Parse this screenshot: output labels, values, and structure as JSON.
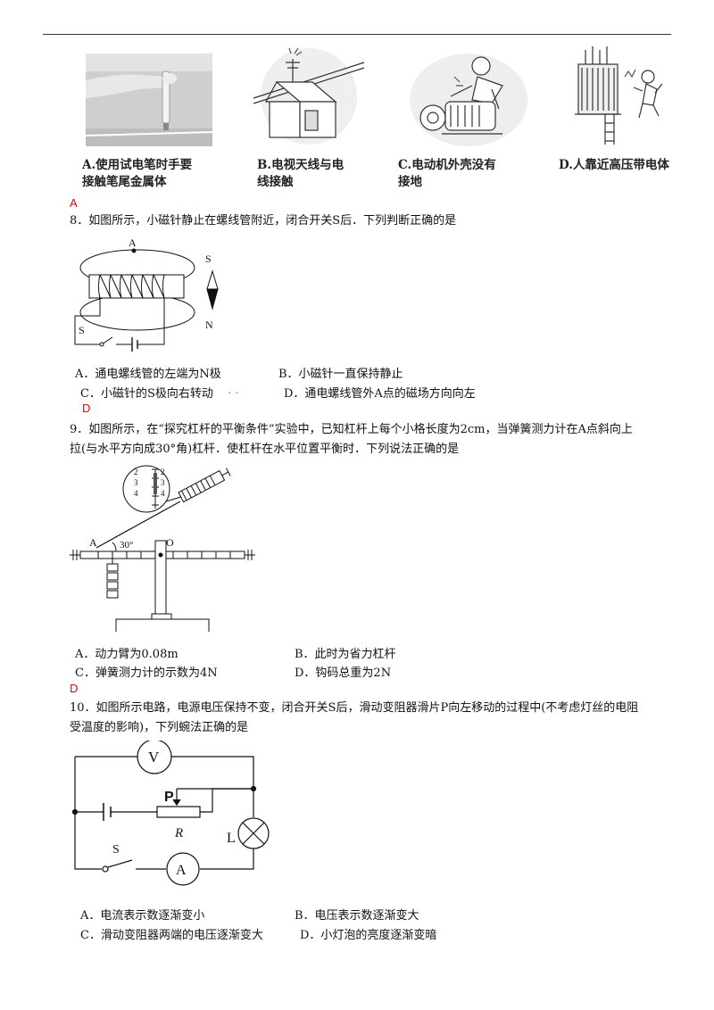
{
  "q7": {
    "captions": [
      "A.使用试电笔时手要\n接触笔尾金属体",
      "B.电视天线与电\n线接触",
      "C.电动机外壳没有\n接地",
      "D.人靠近高压带电体"
    ],
    "answer": "A"
  },
  "q8": {
    "stem": "8．如图所示，小磁针静止在螺线管附近，闭合开关S后．下列判断正确的是",
    "fig": {
      "A": "A",
      "S_label": "S",
      "N_label": "N",
      "switch": "S"
    },
    "options": {
      "A": "A．通电螺线管的左端为N极",
      "B": "B．小磁针一直保持静止",
      "C": "C．小磁针的S极向右转动",
      "C_dots": ".    .",
      "D": "D．通电螺线管外A点的磁场方向向左"
    },
    "answer": "D"
  },
  "q9": {
    "stem1": "9．如图所示，在“探究杠杆的平衡条件”实验中，已知杠杆上每个小格长度为2cm，当弹簧测力计在A点斜向上",
    "stem2": "拉(与水平方向成30°角)杠杆．使杠杆在水平位置平衡时．下列说法正确的是",
    "fig": {
      "A": "A",
      "angle": "30°",
      "O": "O",
      "ticks": [
        "2",
        "3",
        "4",
        "2",
        "3",
        "4"
      ]
    },
    "options": {
      "A": "A．动力臂为0.08m",
      "B": "B．此时为省力杠杆",
      "C": "C．弹簧测力计的示数为4N",
      "D": "D．钩码总重为2N"
    },
    "answer": "D"
  },
  "q10": {
    "stem1": "10．如图所示电路，电源电压保持不变，闭合开关S后，滑动变阻器滑片P向左移动的过程中(不考虑灯丝的电阻",
    "stem2": "受温度的影响)，下列蜿法正确的是",
    "fig": {
      "V": "V",
      "P": "P",
      "R": "R",
      "L": "L",
      "S": "S",
      "A": "A"
    },
    "options": {
      "A": "A．电流表示数逐渐变小",
      "B": "B．电压表示数逐渐变大",
      "C": "C．滑动变阻器两端的电压逐渐变大",
      "D": "D．小灯泡的亮度逐渐变暗"
    }
  }
}
